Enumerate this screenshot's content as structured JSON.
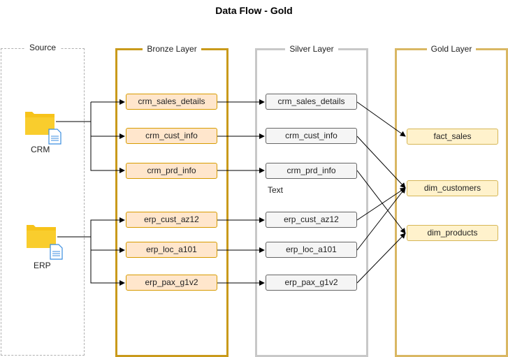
{
  "title": "Data Flow - Gold",
  "layers": {
    "source": "Source",
    "bronze": "Bronze Layer",
    "silver": "Silver Layer",
    "gold": "Gold Layer"
  },
  "sources": {
    "crm": "CRM",
    "erp": "ERP"
  },
  "bronze_tables": [
    "crm_sales_details",
    "crm_cust_info",
    "crm_prd_info",
    "erp_cust_az12",
    "erp_loc_a101",
    "erp_pax_g1v2"
  ],
  "silver_tables": [
    "crm_sales_details",
    "crm_cust_info",
    "crm_prd_info",
    "erp_cust_az12",
    "erp_loc_a101",
    "erp_pax_g1v2"
  ],
  "gold_tables": [
    "fact_sales",
    "dim_customers",
    "dim_products"
  ],
  "free_text": "Text",
  "colors": {
    "bronze_border": "#c99a1b",
    "silver_border": "#c8c8c8",
    "gold_border": "#d9b763",
    "bronze_fill": "#ffe6cc",
    "silver_fill": "#f5f5f5",
    "gold_fill": "#fff2cc",
    "folder": "#f7c31a",
    "doc": "#3b8ee0"
  },
  "icons": {
    "source_folder": "folder-icon",
    "source_doc": "document-icon"
  }
}
